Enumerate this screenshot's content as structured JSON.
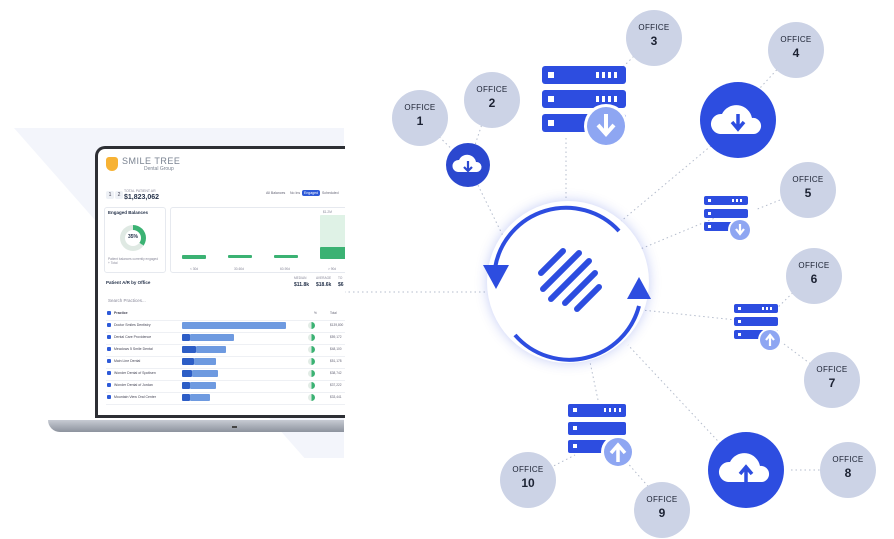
{
  "offices": [
    {
      "label": "OFFICE",
      "number": "1"
    },
    {
      "label": "OFFICE",
      "number": "2"
    },
    {
      "label": "OFFICE",
      "number": "3"
    },
    {
      "label": "OFFICE",
      "number": "4"
    },
    {
      "label": "OFFICE",
      "number": "5"
    },
    {
      "label": "OFFICE",
      "number": "6"
    },
    {
      "label": "OFFICE",
      "number": "7"
    },
    {
      "label": "OFFICE",
      "number": "8"
    },
    {
      "label": "OFFICE",
      "number": "9"
    },
    {
      "label": "OFFICE",
      "number": "10"
    }
  ],
  "dashboard": {
    "brand": "SMILE TREE",
    "brand_sub": "Dental Group",
    "pages": [
      "1",
      "2"
    ],
    "total_ar_label": "TOTAL PATIENT AR",
    "total_ar_value": "$1,823,062",
    "filters": [
      "All Balances",
      "No Ins",
      "Engaged",
      "Scheduled"
    ],
    "engaged_title": "Engaged Balances",
    "donut_value": "35%",
    "donut_caption": "Patient balances currently engaged + Total",
    "bar_value": "$1.2M",
    "office_title": "Patient A/R by Office",
    "summary": [
      {
        "label": "MEDIAN",
        "value": "$11.8k"
      },
      {
        "label": "AVERAGE",
        "value": "$18.6k"
      },
      {
        "label": "TO",
        "value": "$6"
      }
    ],
    "search_placeholder": "Search Practices...",
    "col_practice": "Practice",
    "col_pct": "%",
    "col_total": "Total",
    "ticks": [
      "< 30d",
      "30-60d",
      "60-90d",
      "> 90d"
    ],
    "rows": [
      {
        "name": "Doctor Smiles Dentistry",
        "total": "$139,800"
      },
      {
        "name": "Dental Care Providence",
        "total": "$59,172"
      },
      {
        "name": "Meadows 5 Smile Dental",
        "total": "$48,100"
      },
      {
        "name": "Main Line Dental",
        "total": "$51,178"
      },
      {
        "name": "Wonder Dental of Spotlsen",
        "total": "$38,742"
      },
      {
        "name": "Wonder Dental of Jordan",
        "total": "$37,222"
      },
      {
        "name": "Mountain View Oral Center",
        "total": "$33,441"
      }
    ]
  },
  "colors": {
    "accent": "#2d4de0",
    "bubble": "#ccd3e6",
    "server_light": "#8ea6f2"
  }
}
